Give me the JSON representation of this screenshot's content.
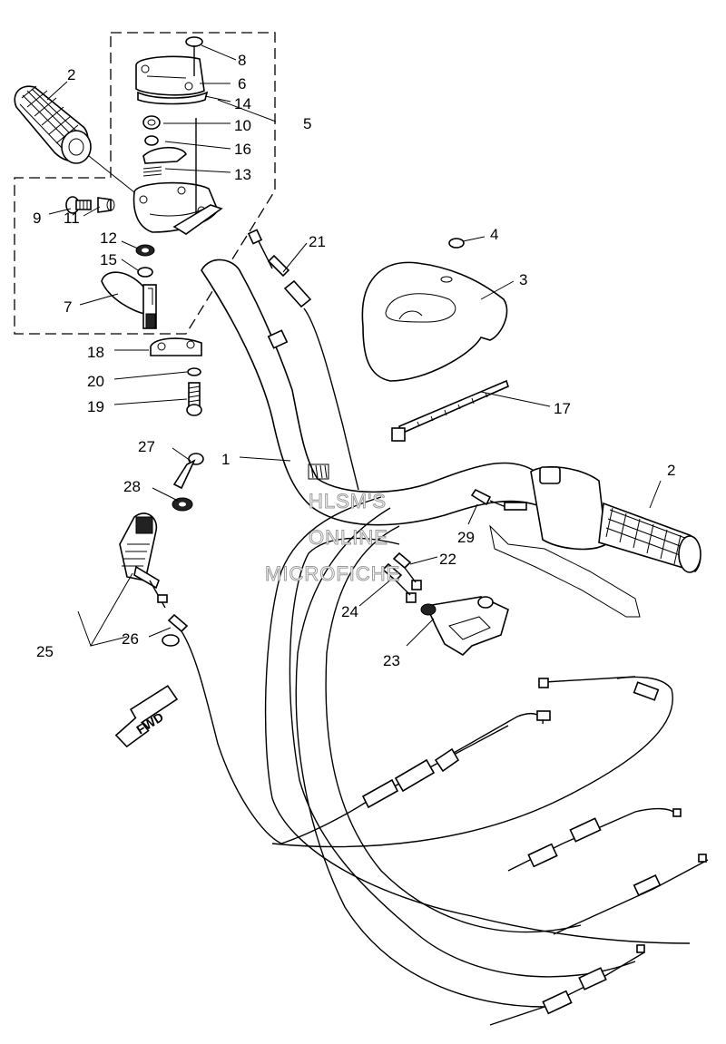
{
  "callouts": [
    "1",
    "2",
    "2",
    "3",
    "4",
    "5",
    "6",
    "7",
    "8",
    "9",
    "10",
    "11",
    "12",
    "13",
    "14",
    "15",
    "16",
    "17",
    "18",
    "19",
    "20",
    "21",
    "22",
    "23",
    "24",
    "25",
    "26",
    "27",
    "28",
    "29"
  ],
  "direction_arrow": "FWD",
  "watermark": [
    "HLSM'S",
    "ONLINE",
    "MICROFICHE"
  ]
}
